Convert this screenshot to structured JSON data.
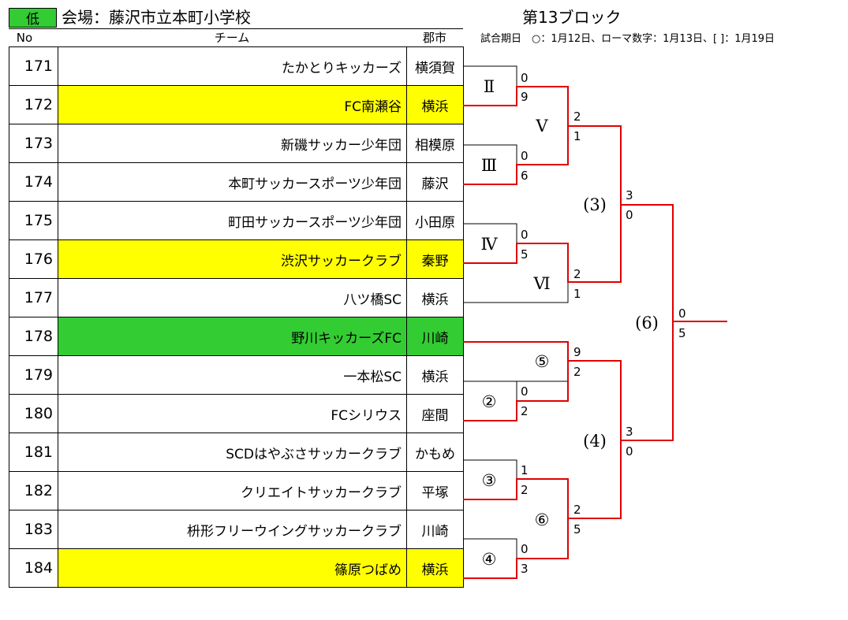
{
  "header": {
    "level": "低",
    "level_color": "#33cc33",
    "venue": "会場：藤沢市立本町小学校",
    "block_title": "第13ブロック",
    "schedule_note": "試合期日　○：1月12日、ローマ数字：1月13日、[ ]：1月19日",
    "col_no": "No",
    "col_team": "チーム",
    "col_pref": "郡市"
  },
  "colors": {
    "highlight_yellow": "#ffff00",
    "highlight_green": "#33cc33",
    "winner_line": "#e00000"
  },
  "teams": [
    {
      "no": "171",
      "name": "たかとりキッカーズ",
      "pref": "横須賀",
      "highlight": ""
    },
    {
      "no": "172",
      "name": "FC南瀬谷",
      "pref": "横浜",
      "highlight": "yellow"
    },
    {
      "no": "173",
      "name": "新磯サッカー少年団",
      "pref": "相模原",
      "highlight": ""
    },
    {
      "no": "174",
      "name": "本町サッカースポーツ少年団",
      "pref": "藤沢",
      "highlight": ""
    },
    {
      "no": "175",
      "name": "町田サッカースポーツ少年団",
      "pref": "小田原",
      "highlight": ""
    },
    {
      "no": "176",
      "name": "渋沢サッカークラブ",
      "pref": "秦野",
      "highlight": "yellow"
    },
    {
      "no": "177",
      "name": "八ツ橋SC",
      "pref": "横浜",
      "highlight": ""
    },
    {
      "no": "178",
      "name": "野川キッカーズFC",
      "pref": "川崎",
      "highlight": "green"
    },
    {
      "no": "179",
      "name": "一本松SC",
      "pref": "横浜",
      "highlight": ""
    },
    {
      "no": "180",
      "name": "FCシリウス",
      "pref": "座間",
      "highlight": ""
    },
    {
      "no": "181",
      "name": "SCDはやぶさサッカークラブ",
      "pref": "かもめ",
      "highlight": ""
    },
    {
      "no": "182",
      "name": "クリエイトサッカークラブ",
      "pref": "平塚",
      "highlight": ""
    },
    {
      "no": "183",
      "name": "枡形フリーウイングサッカークラブ",
      "pref": "川崎",
      "highlight": ""
    },
    {
      "no": "184",
      "name": "篠原つばめ",
      "pref": "横浜",
      "highlight": "yellow"
    }
  ],
  "matches": {
    "m_II": {
      "label": "Ⅱ",
      "top": "0",
      "bottom": "9"
    },
    "m_III": {
      "label": "Ⅲ",
      "top": "0",
      "bottom": "6"
    },
    "m_IV": {
      "label": "Ⅳ",
      "top": "0",
      "bottom": "5"
    },
    "m_V": {
      "label": "Ⅴ",
      "top": "2",
      "bottom": "1"
    },
    "m_VI": {
      "label": "Ⅵ",
      "top": "2",
      "bottom": "1"
    },
    "m_3": {
      "label": "(3)",
      "top": "3",
      "bottom": "0"
    },
    "m_c5": {
      "label": "⑤",
      "top": "9",
      "bottom": "2"
    },
    "m_c2": {
      "label": "②",
      "top": "0",
      "bottom": "2"
    },
    "m_c3": {
      "label": "③",
      "top": "1",
      "bottom": "2"
    },
    "m_c4": {
      "label": "④",
      "top": "0",
      "bottom": "3"
    },
    "m_c6": {
      "label": "⑥",
      "top": "2",
      "bottom": "5"
    },
    "m_4": {
      "label": "(4)",
      "top": "3",
      "bottom": "0"
    },
    "m_6": {
      "label": "(6)",
      "top": "0",
      "bottom": "5"
    }
  }
}
